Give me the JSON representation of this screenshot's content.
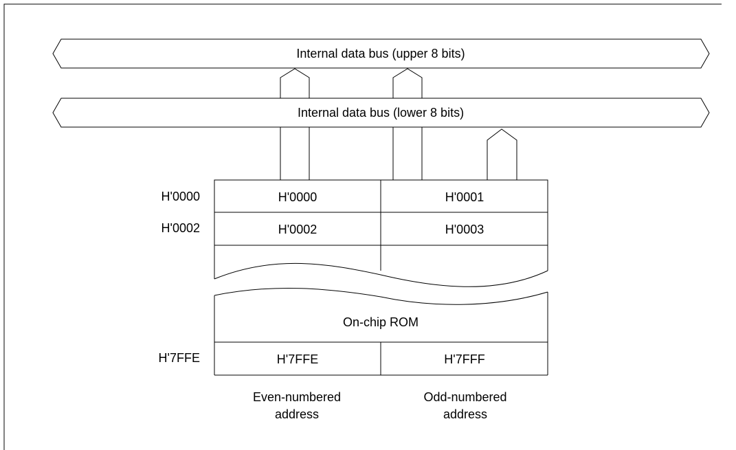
{
  "buses": {
    "upper_label": "Internal data bus (upper 8 bits)",
    "lower_label": "Internal data bus (lower 8 bits)"
  },
  "memory": {
    "row_addresses": [
      "H'0000",
      "H'0002",
      "H'7FFE"
    ],
    "cells": {
      "r0_even": "H'0000",
      "r0_odd": "H'0001",
      "r1_even": "H'0002",
      "r1_odd": "H'0003",
      "last_even": "H'7FFE",
      "last_odd": "H'7FFF"
    },
    "rom_label": "On-chip ROM"
  },
  "columns": {
    "even_line1": "Even-numbered",
    "even_line2": "address",
    "odd_line1": "Odd-numbered",
    "odd_line2": "address"
  }
}
